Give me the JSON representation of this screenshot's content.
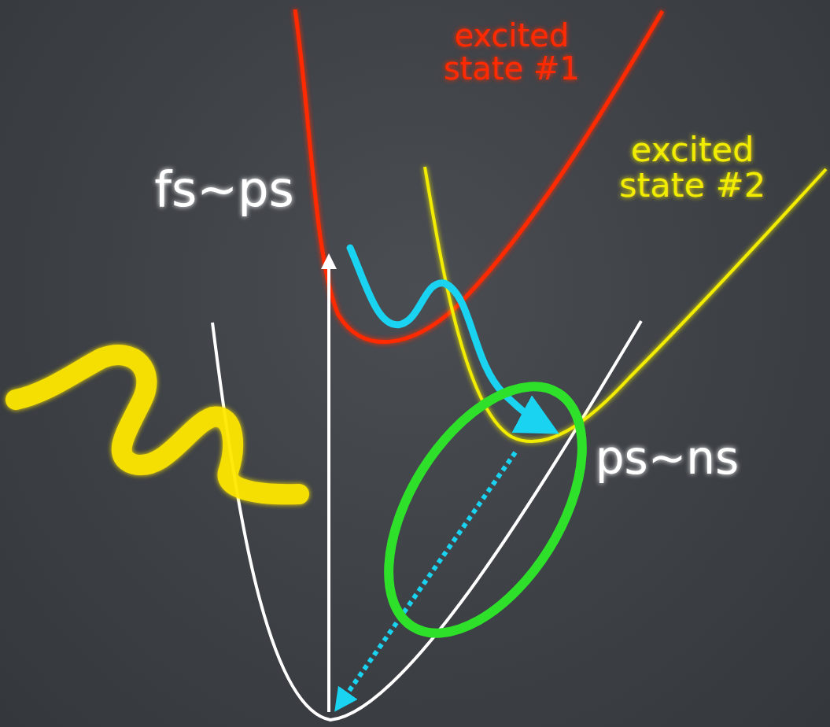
{
  "diagram": {
    "labels": [
      "excited state #1",
      "excited state #2",
      "fs~ps",
      "ps~ns"
    ]
  }
}
